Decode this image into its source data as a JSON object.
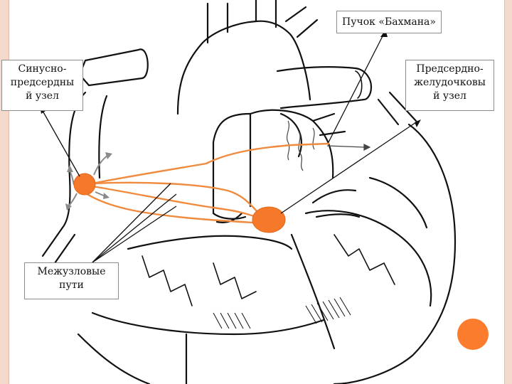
{
  "labels": {
    "bachmann": "Пучок «Бахмана»",
    "sa_node": [
      "Синусно-",
      "предсердны",
      "й узел"
    ],
    "av_node": [
      "Предсердно-",
      "желудочковы",
      "й узел"
    ],
    "internodal": [
      "Межузловые",
      "пути"
    ]
  },
  "colors": {
    "outline": "#111111",
    "conduction": "#ef8a3e",
    "node_fill": "#f6782a",
    "arrow_gray": "#8a8a8a",
    "slide_border": "#e7b9a6",
    "background": "#f4d9cd"
  },
  "icons": {
    "sa_node": "orange-circle-node",
    "av_node": "orange-circle-node",
    "decor": "orange-dot"
  }
}
